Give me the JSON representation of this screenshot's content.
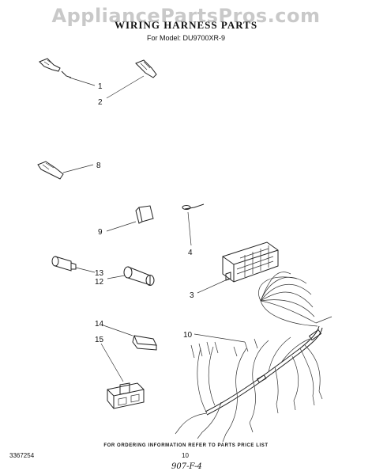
{
  "watermark": "AppliancePartsPros.com",
  "header": {
    "title": "WIRING HARNESS PARTS",
    "model_line": "For Model: DU9700XR-9"
  },
  "callouts": [
    "1",
    "2",
    "8",
    "4",
    "9",
    "3",
    "13",
    "12",
    "10",
    "14",
    "15"
  ],
  "footer": {
    "ordering_note": "FOR ORDERING INFORMATION REFER TO PARTS PRICE LIST",
    "part_code": "3367254",
    "page_number": "10",
    "handwritten_note": "907-F-4"
  }
}
